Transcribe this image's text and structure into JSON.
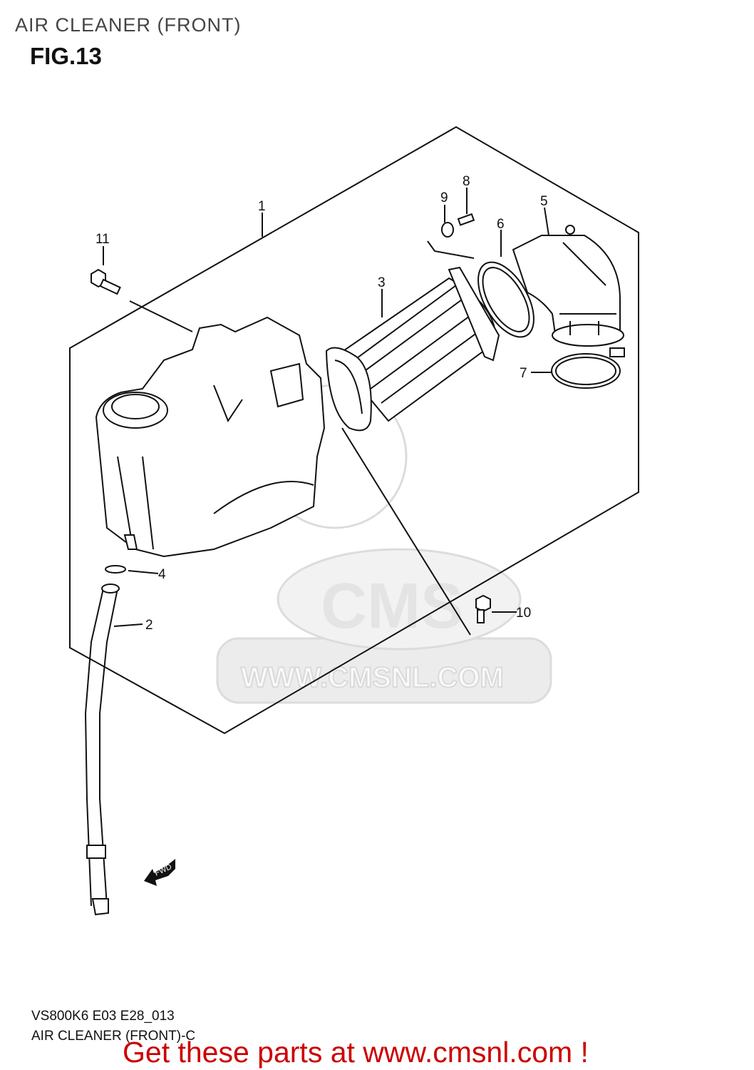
{
  "header": {
    "title": "AIR CLEANER (FRONT)",
    "figure": "FIG.13"
  },
  "footer": {
    "code": "VS800K6 E03 E28_013",
    "subtitle": "AIR CLEANER (FRONT)-C",
    "promo": "Get these parts at www.cmsnl.com !",
    "promo_color": "#cc0000"
  },
  "watermark": {
    "logo_text": "CMS",
    "url": "WWW.CMSNL.COM"
  },
  "direction_badge": "FWD",
  "callouts": {
    "c1": "1",
    "c2": "2",
    "c3": "3",
    "c4": "4",
    "c5": "5",
    "c6": "6",
    "c7": "7",
    "c8": "8",
    "c9": "9",
    "c10": "10",
    "c11": "11"
  }
}
